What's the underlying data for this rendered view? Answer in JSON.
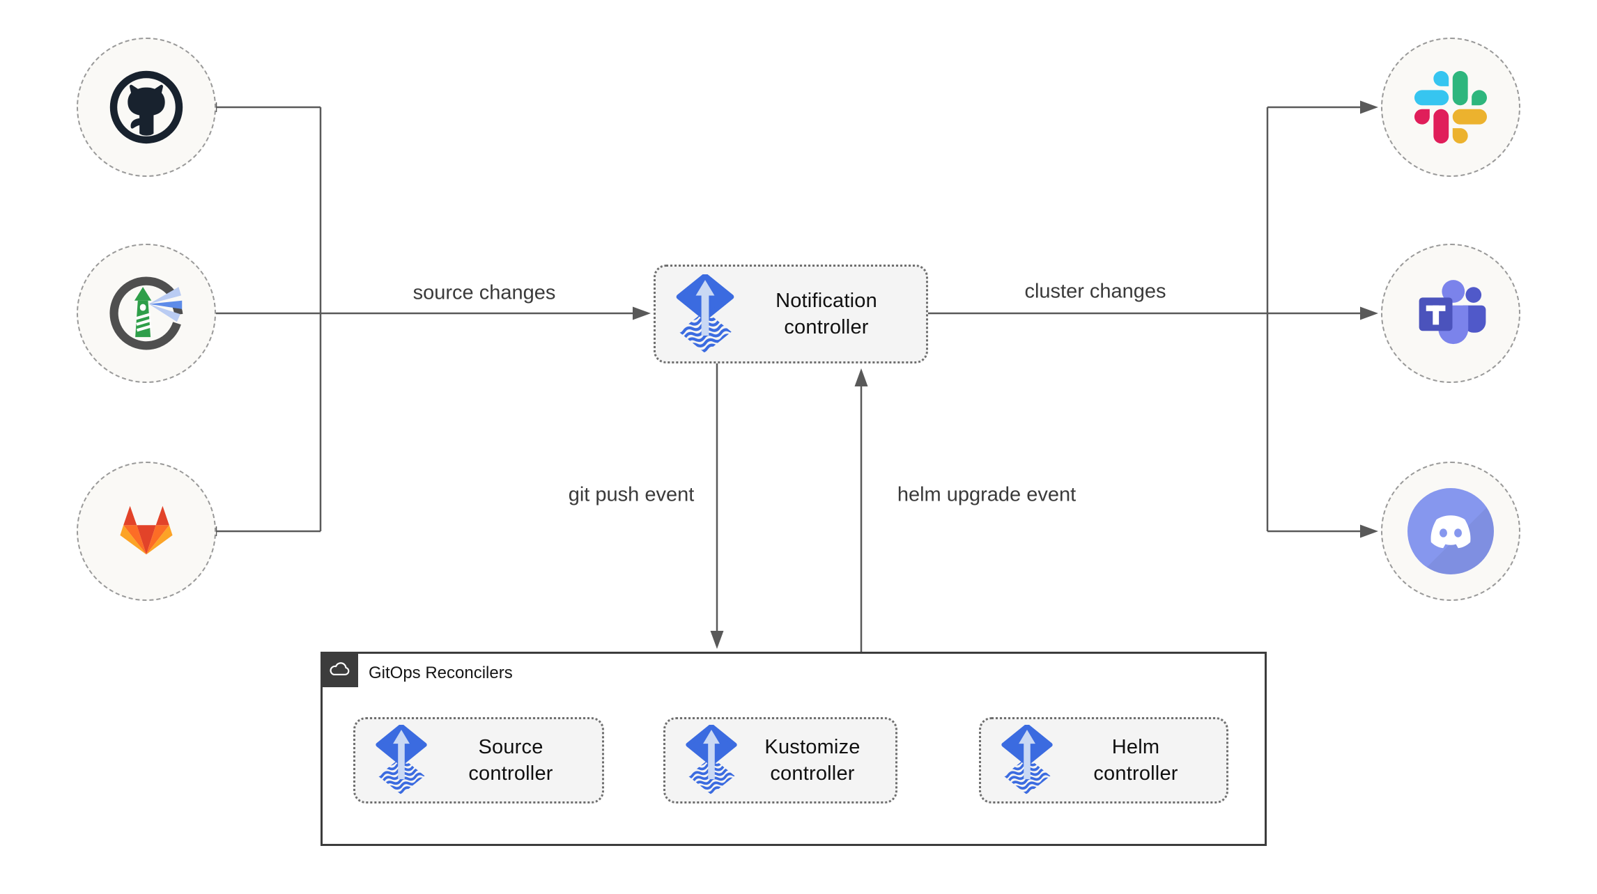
{
  "edges": {
    "source_changes": "source changes",
    "cluster_changes": "cluster changes",
    "git_push_event": "git push event",
    "helm_upgrade_event": "helm upgrade event"
  },
  "nodes": {
    "notification": {
      "line1": "Notification",
      "line2": "controller",
      "icon": "flux-icon"
    },
    "sources": [
      {
        "icon": "github-icon"
      },
      {
        "icon": "harbor-icon"
      },
      {
        "icon": "gitlab-icon"
      }
    ],
    "targets": [
      {
        "icon": "slack-icon"
      },
      {
        "icon": "microsoft-teams-icon"
      },
      {
        "icon": "discord-icon"
      }
    ]
  },
  "reconcilers": {
    "title": "GitOps Reconcilers",
    "badge_icon": "cloud-icon",
    "controllers": [
      {
        "line1": "Source",
        "line2": "controller",
        "icon": "flux-icon"
      },
      {
        "line1": "Kustomize",
        "line2": "controller",
        "icon": "flux-icon"
      },
      {
        "line1": "Helm",
        "line2": "controller",
        "icon": "flux-icon"
      }
    ]
  },
  "colors": {
    "connector": "#595959",
    "flux_blue": "#3B6BE0",
    "flux_arrow": "#C9D8F4",
    "box_fill": "#F4F4F4",
    "circle_fill": "#FAF9F6",
    "container_border": "#3C3C3C",
    "slack": [
      "#36C5F0",
      "#2EB67D",
      "#ECB22E",
      "#E01E5A"
    ],
    "gitlab": [
      "#E24329",
      "#FC6D26",
      "#FCA326"
    ],
    "teams": [
      "#7B83EB",
      "#5059C9",
      "#4B53BC"
    ],
    "discord": "#8697EE",
    "harbor_green": "#2E9E49"
  }
}
